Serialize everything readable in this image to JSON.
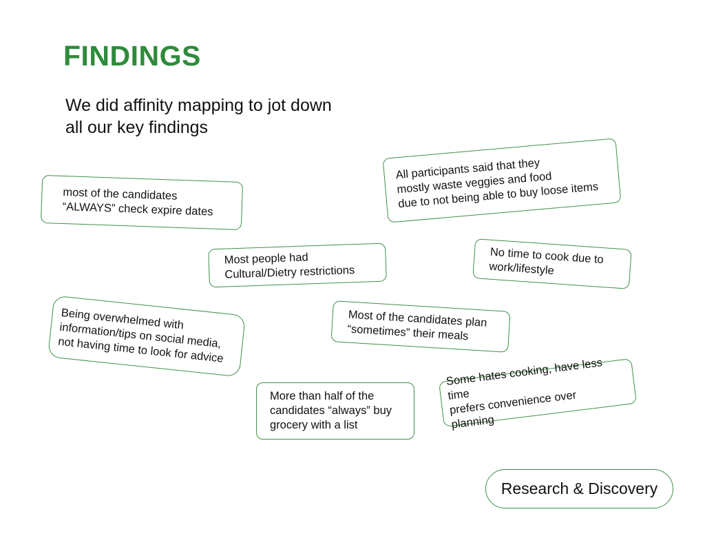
{
  "slide": {
    "title": "FINDINGS",
    "subtitle_line1": "We did affinity mapping to jot down",
    "subtitle_line2": "all our key findings",
    "accent_color": "#2e8b3a",
    "section_label": "Research & Discovery"
  },
  "findings": [
    {
      "lines": [
        "most of the candidates",
        "“ALWAYS” check expire dates"
      ]
    },
    {
      "lines": [
        "All participants said that they",
        "mostly waste veggies and food",
        "due to not being able to buy loose items"
      ]
    },
    {
      "lines": [
        "Most people had",
        "Cultural/Dietry restrictions"
      ]
    },
    {
      "lines": [
        "No time to cook due to",
        "work/lifestyle"
      ]
    },
    {
      "lines": [
        "Being overwhelmed with",
        "information/tips on social media,",
        "not having time to look for advice"
      ]
    },
    {
      "lines": [
        "Most of the candidates plan",
        "“sometimes” their meals"
      ]
    },
    {
      "lines": [
        "More than half of the",
        "candidates “always” buy",
        "grocery with a list"
      ]
    },
    {
      "lines": [
        "Some hates cooking, have less time",
        "prefers convenience over planning"
      ]
    }
  ]
}
